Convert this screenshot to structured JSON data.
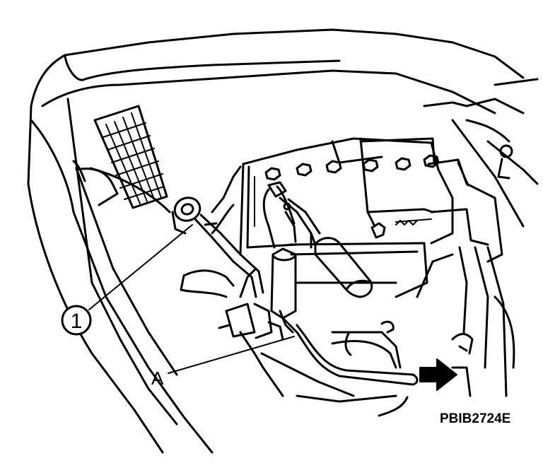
{
  "figure": {
    "code": "PBIB2724E",
    "callouts": [
      {
        "id": "1",
        "text": "1"
      },
      {
        "id": "A",
        "text": "A"
      }
    ],
    "icons": [
      "arrow-right-icon"
    ],
    "colors": {
      "line": "#000000",
      "background": "#ffffff"
    }
  }
}
